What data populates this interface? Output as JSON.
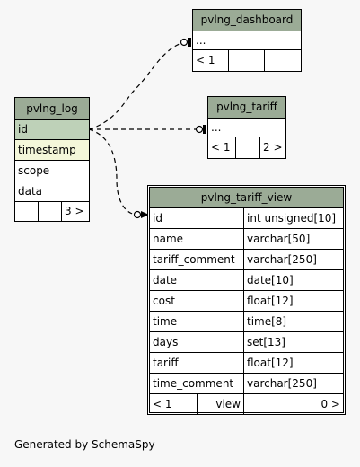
{
  "tables": {
    "dashboard": {
      "name": "pvlng_dashboard",
      "rows": [
        "..."
      ],
      "footer": [
        "< 1",
        "",
        ""
      ]
    },
    "tariff": {
      "name": "pvlng_tariff",
      "rows": [
        "..."
      ],
      "footer": [
        "< 1",
        "",
        "2 >"
      ]
    },
    "log": {
      "name": "pvlng_log",
      "rows": [
        "id",
        "timestamp",
        "scope",
        "data"
      ],
      "footer": [
        "",
        "",
        "3 >"
      ]
    },
    "tariff_view": {
      "name": "pvlng_tariff_view",
      "columns": [
        {
          "name": "id",
          "type": "int unsigned[10]"
        },
        {
          "name": "name",
          "type": "varchar[50]"
        },
        {
          "name": "tariff_comment",
          "type": "varchar[250]"
        },
        {
          "name": "date",
          "type": "date[10]"
        },
        {
          "name": "cost",
          "type": "float[12]"
        },
        {
          "name": "time",
          "type": "time[8]"
        },
        {
          "name": "days",
          "type": "set[13]"
        },
        {
          "name": "tariff",
          "type": "float[12]"
        },
        {
          "name": "time_comment",
          "type": "varchar[250]"
        }
      ],
      "footer": [
        "< 1",
        "view",
        "0 >"
      ]
    }
  },
  "footer_text": "Generated by SchemaSpy"
}
